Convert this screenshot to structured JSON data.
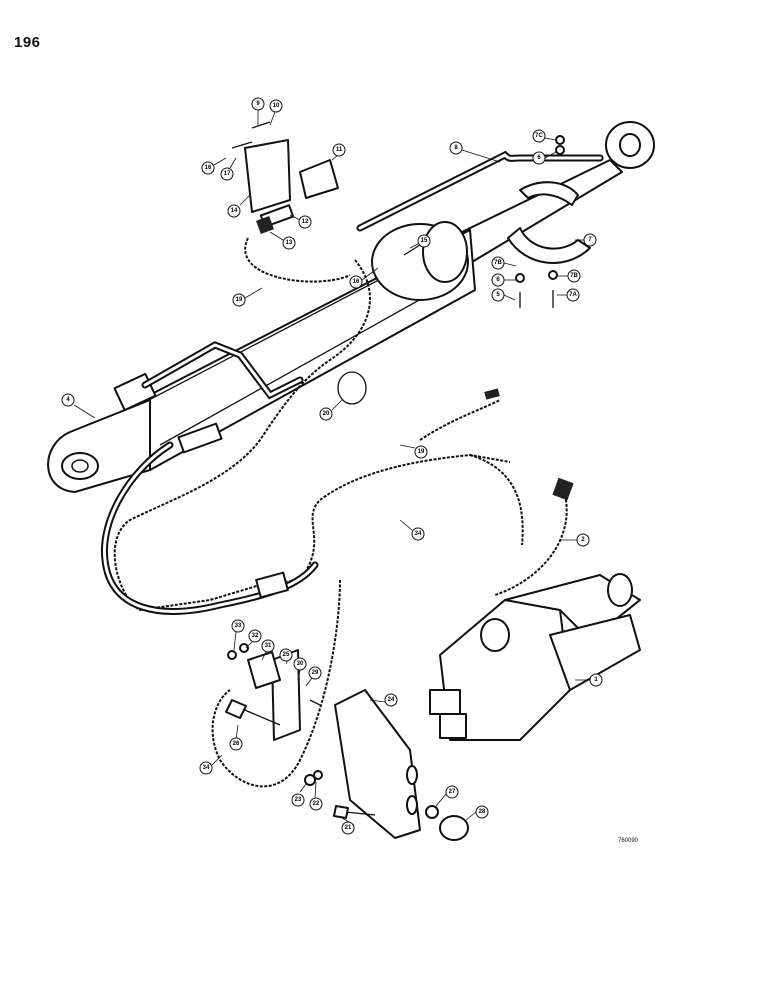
{
  "page_number": "196",
  "drawing_id": "760090",
  "callouts": [
    "1",
    "2",
    "4",
    "5",
    "6",
    "6",
    "7",
    "7A",
    "7B",
    "7B",
    "7C",
    "8",
    "9",
    "10",
    "11",
    "12",
    "13",
    "14",
    "15",
    "16",
    "16",
    "17",
    "19",
    "19",
    "20",
    "21",
    "22",
    "23",
    "24",
    "25",
    "26",
    "27",
    "28",
    "29",
    "30",
    "31",
    "32",
    "33",
    "34",
    "34"
  ]
}
